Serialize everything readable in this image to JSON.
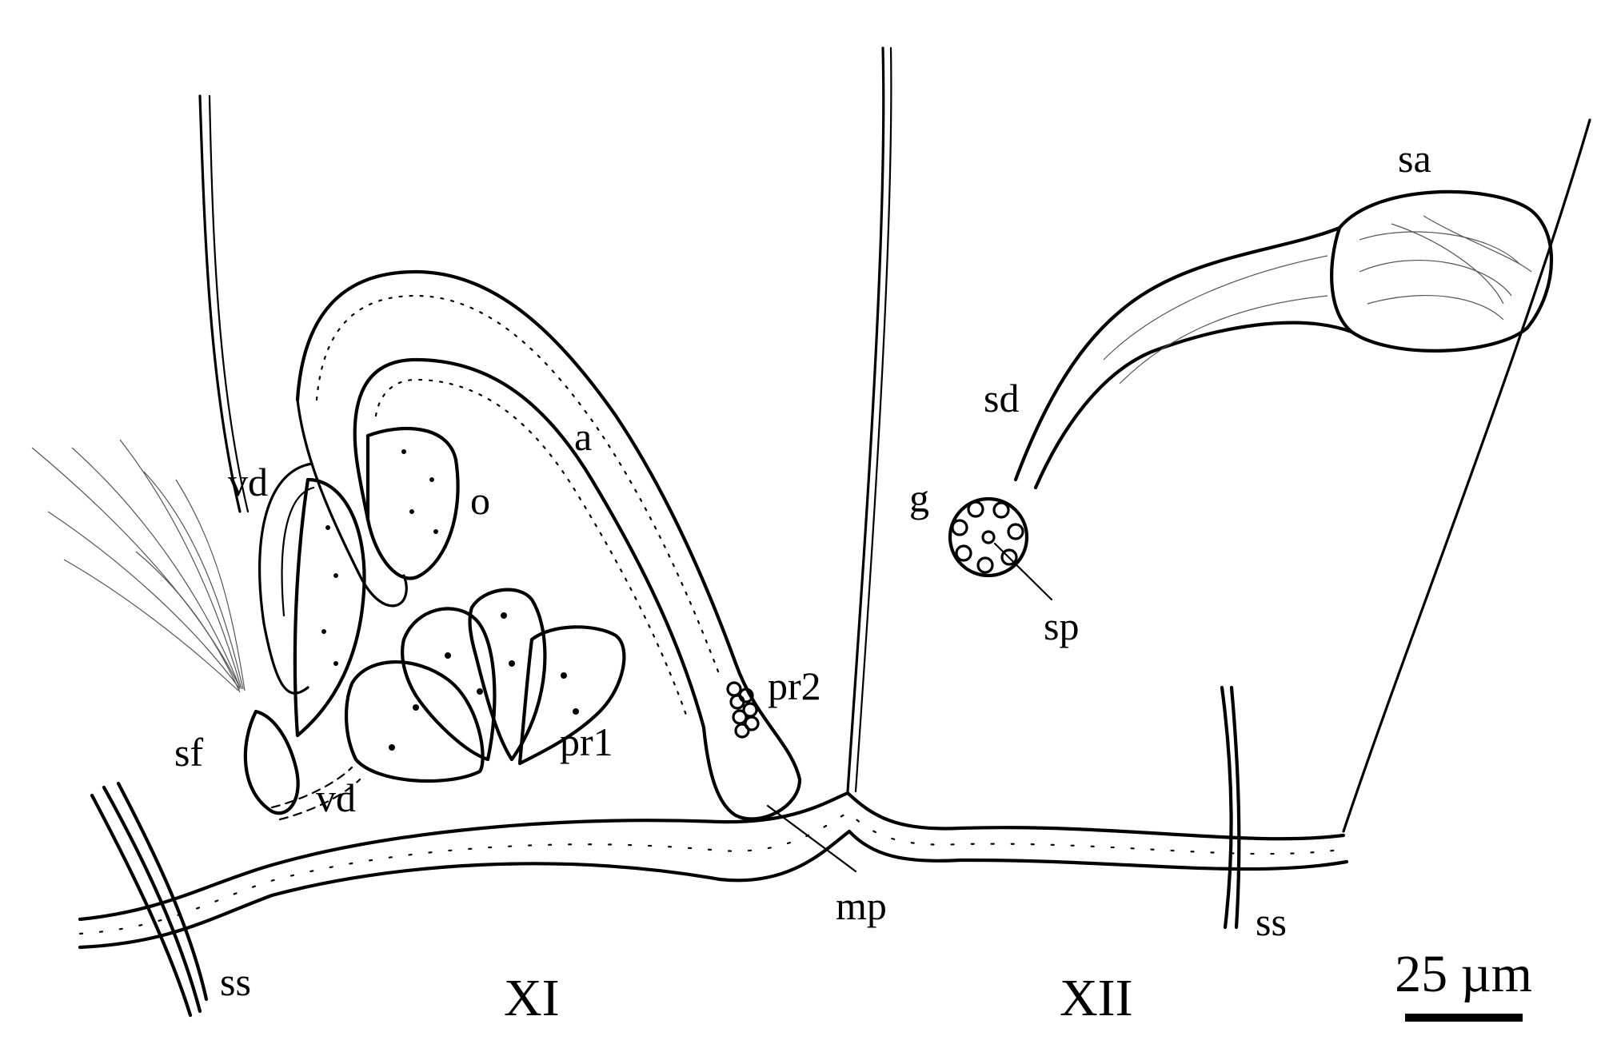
{
  "labels": {
    "vd_upper": "vd",
    "vd_lower": "vd",
    "sf": "sf",
    "a": "a",
    "o": "o",
    "pr1": "pr1",
    "pr2": "pr2",
    "mp": "mp",
    "ss_left": "ss",
    "ss_right": "ss",
    "sa": "sa",
    "sd": "sd",
    "g": "g",
    "sp": "sp",
    "segment_left": "XI",
    "segment_right": "XII"
  },
  "scale_bar": {
    "label": "25 µm"
  },
  "colors": {
    "ink": "#000000",
    "background": "#ffffff"
  }
}
